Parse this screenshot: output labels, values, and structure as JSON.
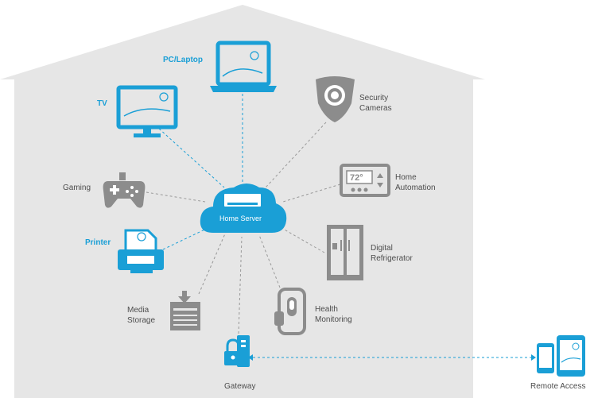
{
  "colors": {
    "accent": "#1a9fd6",
    "device_gray": "#8c8c8c",
    "house_fill": "#e6e6e6",
    "label_gray": "#4d4d4d"
  },
  "server": {
    "label": "Home Server"
  },
  "devices": {
    "pc": {
      "label": "PC/Laptop",
      "icon": "laptop-icon"
    },
    "tv": {
      "label": "TV",
      "icon": "tv-icon"
    },
    "gaming": {
      "label": "Gaming",
      "icon": "gamepad-icon"
    },
    "printer": {
      "label": "Printer",
      "icon": "printer-icon"
    },
    "media": {
      "line1": "Media",
      "line2": "Storage",
      "icon": "media-storage-icon"
    },
    "security": {
      "line1": "Security",
      "line2": "Cameras",
      "icon": "security-camera-icon"
    },
    "automation": {
      "line1": "Home",
      "line2": "Automation",
      "display": "72°",
      "icon": "thermostat-icon"
    },
    "fridge": {
      "line1": "Digital",
      "line2": "Refrigerator",
      "icon": "refrigerator-icon"
    },
    "health": {
      "line1": "Health",
      "line2": "Monitoring",
      "icon": "health-monitor-icon"
    }
  },
  "gateway": {
    "label": "Gateway",
    "icon": "gateway-lock-icon"
  },
  "remote": {
    "label": "Remote Access",
    "icon": "tablet-phone-icon"
  }
}
